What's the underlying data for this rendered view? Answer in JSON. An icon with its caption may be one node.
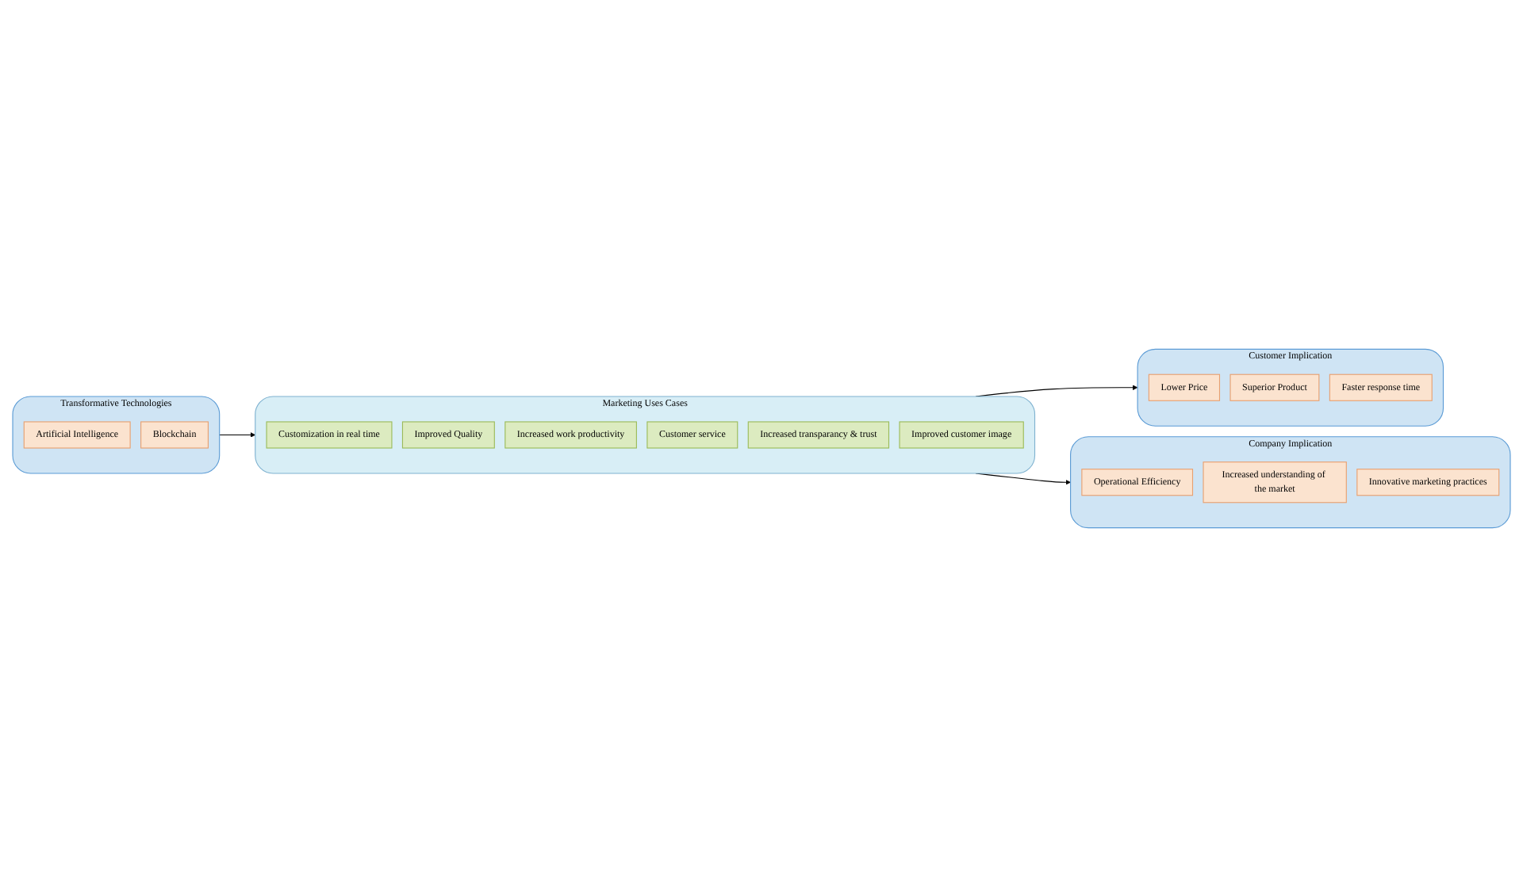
{
  "diagram": {
    "nodes": [
      {
        "text": [
          "Transformative Technologies"
        ]
      },
      {
        "text": [
          "Artificial Intelligence"
        ],
        "in": 0
      },
      {
        "text": [
          "Blockchain"
        ],
        "in": 0
      },
      {
        "text": [
          "Marketing Uses Cases"
        ]
      },
      {
        "text": [
          "Customization in real time"
        ],
        "in": 3
      },
      {
        "text": [
          "Improved Quality"
        ],
        "in": 3
      },
      {
        "text": [
          "Increased work productivity"
        ],
        "in": 3
      },
      {
        "text": [
          "Customer service"
        ],
        "in": 3
      },
      {
        "text": [
          "Increased transparancy & trust"
        ],
        "in": 3
      },
      {
        "text": [
          "Improved customer image"
        ],
        "in": 3
      },
      {
        "text": [
          "Customer Implication"
        ]
      },
      {
        "text": [
          "Lower Price"
        ],
        "in": 10
      },
      {
        "text": [
          "Superior Product"
        ],
        "in": 10
      },
      {
        "text": [
          "Faster response time"
        ],
        "in": 10
      },
      {
        "text": [
          "Company Implication"
        ]
      },
      {
        "text": [
          "Operational Efficiency"
        ],
        "in": 14
      },
      {
        "text": [
          "Increased understanding of the market"
        ],
        "in": 14
      },
      {
        "text": [
          "Innovative marketing practices"
        ],
        "in": 14
      }
    ],
    "edges": [
      {
        "from": 0,
        "to": 3,
        "arrow": "to"
      },
      {
        "from": 3,
        "to": 10,
        "arrow": "to"
      },
      {
        "from": 3,
        "to": 14,
        "arrow": "to"
      }
    ]
  }
}
